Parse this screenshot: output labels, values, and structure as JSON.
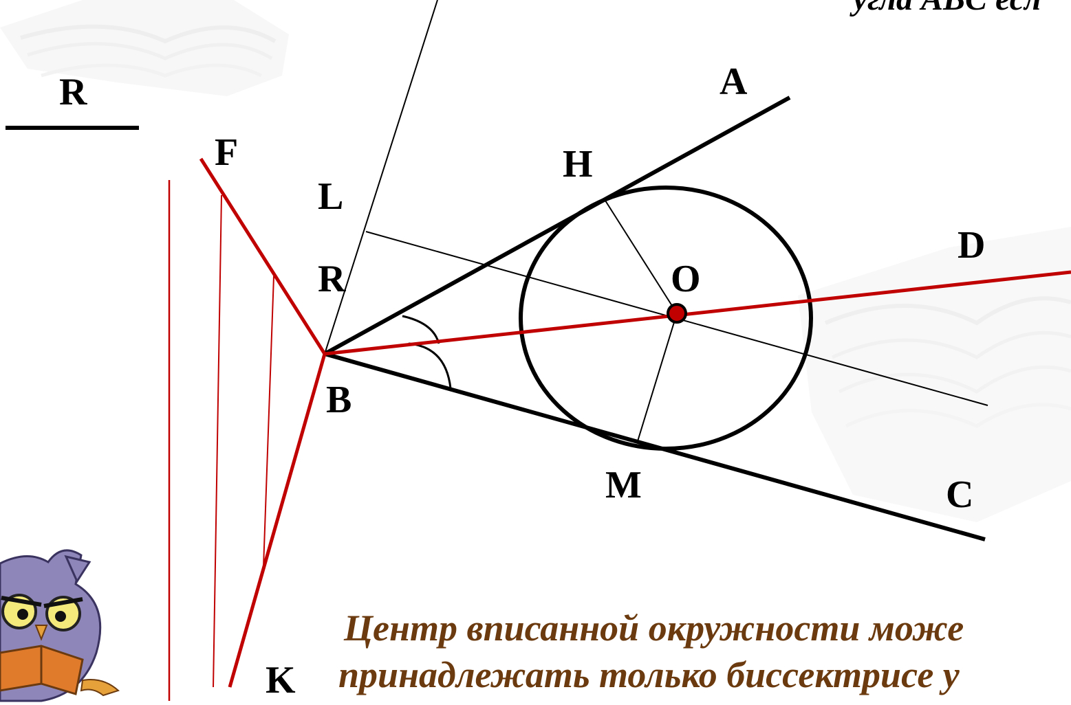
{
  "top_text": "угла ABC  есл",
  "labels": {
    "R_top": "R",
    "A": "A",
    "F": "F",
    "H": "H",
    "L": "L",
    "D": "D",
    "R": "R",
    "O": "O",
    "B": "B",
    "M": "M",
    "C": "C",
    "K": "K"
  },
  "caption": {
    "line1": "Центр вписанной окружности може",
    "line2": "принадлежать только биссектрисе у"
  },
  "colors": {
    "black": "#000000",
    "red": "#c00000",
    "caption": "#6b3a0e",
    "center_dot": "#c00000"
  },
  "icons": {
    "mascot": "owl-reading-book-icon",
    "background": "open-book-watermark"
  }
}
